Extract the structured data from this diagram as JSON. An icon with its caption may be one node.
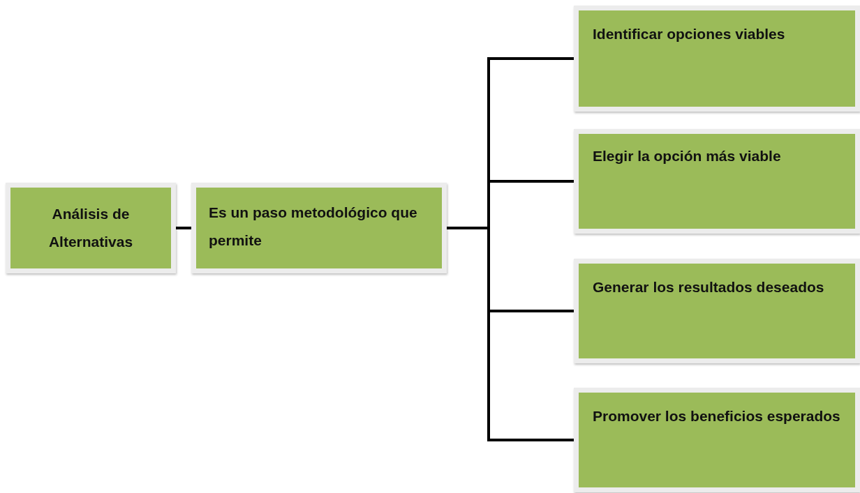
{
  "diagram": {
    "nodes": [
      {
        "text": [
          "Análisis de Alternativas"
        ]
      },
      {
        "text": [
          "Es un paso metodológico que permite"
        ]
      },
      {
        "text": [
          "Identificar opciones viables"
        ]
      },
      {
        "text": [
          "Elegir la opción más viable"
        ]
      },
      {
        "text": [
          "Generar los resultados deseados"
        ]
      },
      {
        "text": [
          "Promover los beneficios esperados"
        ]
      }
    ],
    "edges": [
      {
        "from": 0,
        "to": 1,
        "arrow": "none"
      },
      {
        "from": 1,
        "to": 2,
        "arrow": "none"
      },
      {
        "from": 1,
        "to": 3,
        "arrow": "none"
      },
      {
        "from": 1,
        "to": 4,
        "arrow": "none"
      },
      {
        "from": 1,
        "to": 5,
        "arrow": "none"
      }
    ]
  }
}
